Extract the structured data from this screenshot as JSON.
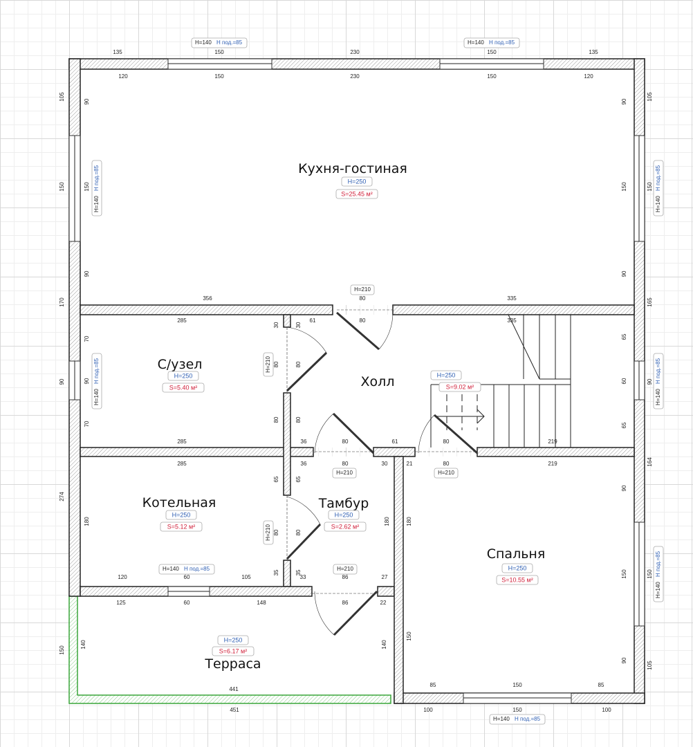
{
  "rooms": [
    {
      "name": "Кухня-гостиная",
      "height": "H=250",
      "area": "S=25.45 м²"
    },
    {
      "name": "С/узел",
      "height": "H=250",
      "area": "S=5.40 м²"
    },
    {
      "name": "Холл",
      "height": "H=250",
      "area": "S=9.02 м²"
    },
    {
      "name": "Котельная",
      "height": "H=250",
      "area": "S=5.12 м²"
    },
    {
      "name": "Тамбур",
      "height": "H=250",
      "area": "S=2.62 м²"
    },
    {
      "name": "Спальня",
      "height": "H=250",
      "area": "S=10.55 м²"
    },
    {
      "name": "Терраса",
      "height": "H=250",
      "area": "S=6.17 м²"
    }
  ],
  "windows": [
    {
      "h": "H=140",
      "sill": "H под.=85"
    },
    {
      "h": "H=140",
      "sill": "H под.=85"
    },
    {
      "h": "H=140",
      "sill": "H под.=85"
    },
    {
      "h": "H=140",
      "sill": "H под.=85"
    },
    {
      "h": "H=140",
      "sill": "H под.=85"
    },
    {
      "h": "H=140",
      "sill": "H под.=85"
    },
    {
      "h": "H=140",
      "sill": "H под.=85"
    },
    {
      "h": "H=140",
      "sill": "H под.=85"
    },
    {
      "h": "H=140",
      "sill": "H под.=85"
    }
  ],
  "doors": [
    "H=210",
    "H=210",
    "H=210",
    "H=210",
    "H=210",
    "H=210"
  ],
  "dims": [
    "135",
    "150",
    "230",
    "150",
    "135",
    "120",
    "150",
    "230",
    "150",
    "120",
    "105",
    "150",
    "170",
    "90",
    "274",
    "150",
    "90",
    "150",
    "90",
    "105",
    "150",
    "165",
    "90",
    "164",
    "150",
    "105",
    "90",
    "150",
    "90",
    "65",
    "60",
    "65",
    "90",
    "150",
    "90",
    "356",
    "80",
    "335",
    "285",
    "61",
    "80",
    "335",
    "70",
    "90",
    "70",
    "30",
    "80",
    "80",
    "30",
    "80",
    "80",
    "285",
    "36",
    "80",
    "61",
    "80",
    "219",
    "285",
    "36",
    "80",
    "30",
    "21",
    "80",
    "219",
    "180",
    "65",
    "80",
    "35",
    "65",
    "80",
    "35",
    "180",
    "180",
    "150",
    "120",
    "60",
    "105",
    "33",
    "86",
    "27",
    "125",
    "60",
    "148",
    "86",
    "22",
    "140",
    "140",
    "441",
    "451",
    "85",
    "150",
    "85",
    "100",
    "150",
    "100"
  ],
  "colors": {
    "wall_outline": "#222222",
    "height": "#2f5fb3",
    "area": "#d0203a",
    "terrace": "#3aa53a"
  }
}
